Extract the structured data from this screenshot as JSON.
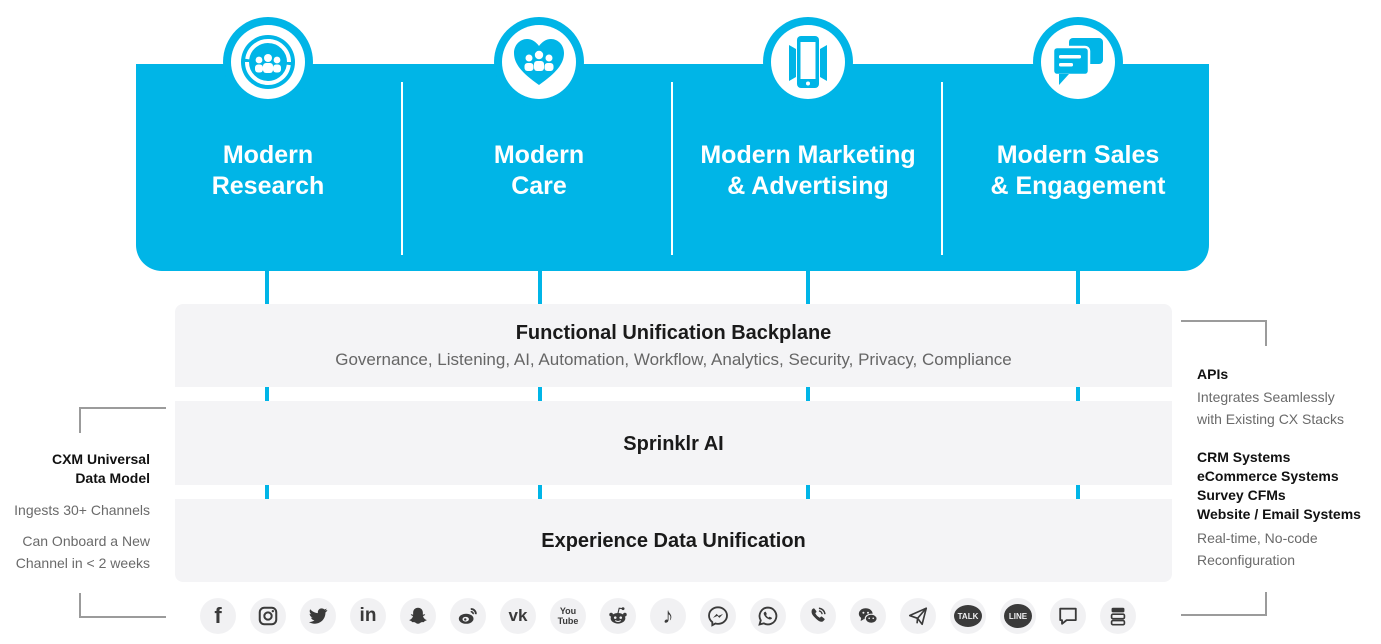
{
  "pillars": [
    {
      "line1": "Modern",
      "line2": "Research",
      "icon": "research-cycle-icon"
    },
    {
      "line1": "Modern",
      "line2": "Care",
      "icon": "heart-people-icon"
    },
    {
      "line1": "Modern Marketing",
      "line2": "& Advertising",
      "icon": "smartphone-icon"
    },
    {
      "line1": "Modern Sales",
      "line2": "& Engagement",
      "icon": "chat-bubbles-icon"
    }
  ],
  "layers": {
    "backplane": {
      "title": "Functional Unification Backplane",
      "subtitle": "Governance, Listening, AI, Automation, Workflow, Analytics, Security, Privacy, Compliance"
    },
    "ai": {
      "title": "Sprinklr AI"
    },
    "data": {
      "title": "Experience Data Unification"
    }
  },
  "left_panel": {
    "title_line1": "CXM Universal",
    "title_line2": "Data Model",
    "ingests": "Ingests 30+ Channels",
    "onboard_line1": "Can Onboard a New",
    "onboard_line2": "Channel in < 2 weeks"
  },
  "right_panel": {
    "apis_title": "APIs",
    "apis_line1": "Integrates Seamlessly",
    "apis_line2": "with Existing CX Stacks",
    "systems": [
      "CRM Systems",
      "eCommerce Systems",
      "Survey CFMs",
      "Website / Email Systems"
    ],
    "realtime_line1": "Real-time, No-code",
    "realtime_line2": "Reconfiguration"
  },
  "channels": {
    "items": [
      {
        "name": "facebook-icon",
        "glyph": "f"
      },
      {
        "name": "instagram-icon",
        "glyph": ""
      },
      {
        "name": "twitter-icon",
        "glyph": ""
      },
      {
        "name": "linkedin-icon",
        "glyph": "in"
      },
      {
        "name": "snapchat-icon",
        "glyph": ""
      },
      {
        "name": "weibo-icon",
        "glyph": ""
      },
      {
        "name": "vk-icon",
        "glyph": "vk"
      },
      {
        "name": "youtube-icon",
        "glyph": "You Tube"
      },
      {
        "name": "reddit-icon",
        "glyph": ""
      },
      {
        "name": "tiktok-icon",
        "glyph": "♪"
      },
      {
        "name": "messenger-icon",
        "glyph": ""
      },
      {
        "name": "whatsapp-icon",
        "glyph": ""
      },
      {
        "name": "viber-icon",
        "glyph": ""
      },
      {
        "name": "wechat-icon",
        "glyph": ""
      },
      {
        "name": "telegram-icon",
        "glyph": ""
      },
      {
        "name": "kakaotalk-icon",
        "glyph": "TALK"
      },
      {
        "name": "line-icon",
        "glyph": "LINE"
      },
      {
        "name": "chat-icon",
        "glyph": ""
      },
      {
        "name": "stack-icon",
        "glyph": ""
      }
    ]
  },
  "colors": {
    "accent": "#00b5e7",
    "layer": "#f4f4f6",
    "bracket": "#9b9b9b"
  }
}
